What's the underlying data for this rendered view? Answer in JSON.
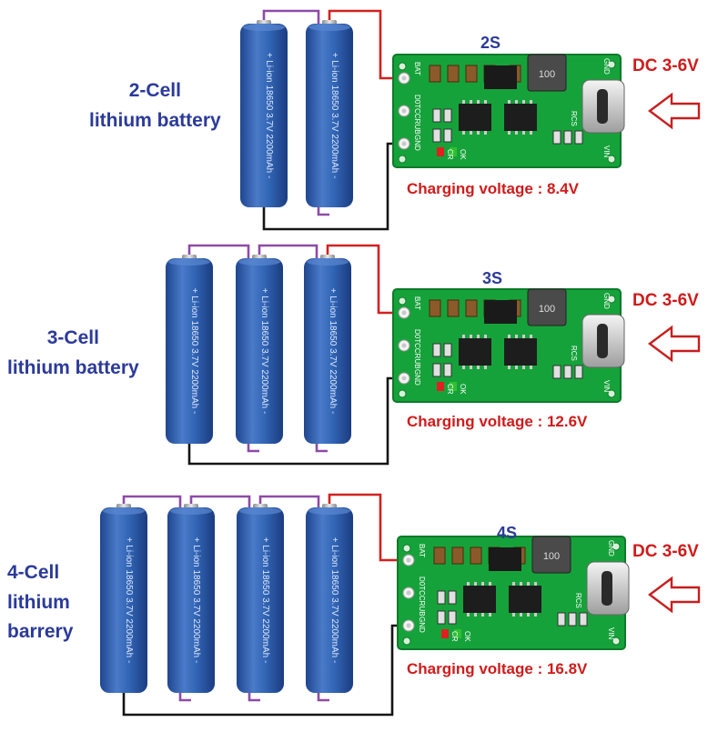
{
  "colors": {
    "battery": "#2f5fae",
    "pcb": "#16a23a",
    "wire_red": "#d42020",
    "wire_purple": "#8e4aa8",
    "wire_black": "#151515",
    "label_blue": "#2b3a9a",
    "label_red": "#d01b1b"
  },
  "battery_marking": "+ Li-ion 18650 3.7V 2200mAh -",
  "pcb_pins": {
    "bat": "BAT",
    "conf": "D0TCCRUB",
    "gnd": "GND"
  },
  "pcb_right": {
    "gnd": "GND",
    "vin": "VIN"
  },
  "pcb_misc": {
    "ind": "100",
    "rcs": "RCS",
    "ok": "OK",
    "cr": "CR"
  },
  "groups": [
    {
      "id": "2s",
      "cells": 2,
      "label_lines": [
        "2-Cell",
        "lithium battery"
      ],
      "series": "2S",
      "dc": "DC 3-6V",
      "charging": "Charging voltage : 8.4V"
    },
    {
      "id": "3s",
      "cells": 3,
      "label_lines": [
        "3-Cell",
        "lithium battery"
      ],
      "series": "3S",
      "dc": "DC 3-6V",
      "charging": "Charging voltage : 12.6V"
    },
    {
      "id": "4s",
      "cells": 4,
      "label_lines": [
        "4-Cell",
        "lithium",
        "barrery"
      ],
      "series": "4S",
      "dc": "DC 3-6V",
      "charging": "Charging voltage : 16.8V"
    }
  ]
}
